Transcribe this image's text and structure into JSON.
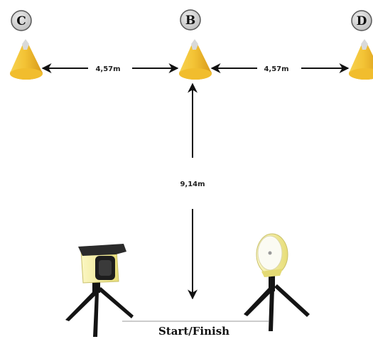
{
  "markers": {
    "c": "C",
    "b": "B",
    "d": "D"
  },
  "distances": {
    "left": "4,57m",
    "right": "4,57m",
    "vertical": "9,14m"
  },
  "start_finish": "Start/Finish",
  "colors": {
    "cone_yellow": "#f3c335",
    "cone_shade": "#d89a1a",
    "cone_tip": "#d9d9d9",
    "circle_fill": "#d4d4d4",
    "arrow": "#111111",
    "sensor_yellow": "#f4ee9c",
    "sensor_dark": "#2b2b2b",
    "tripod": "#141414"
  }
}
